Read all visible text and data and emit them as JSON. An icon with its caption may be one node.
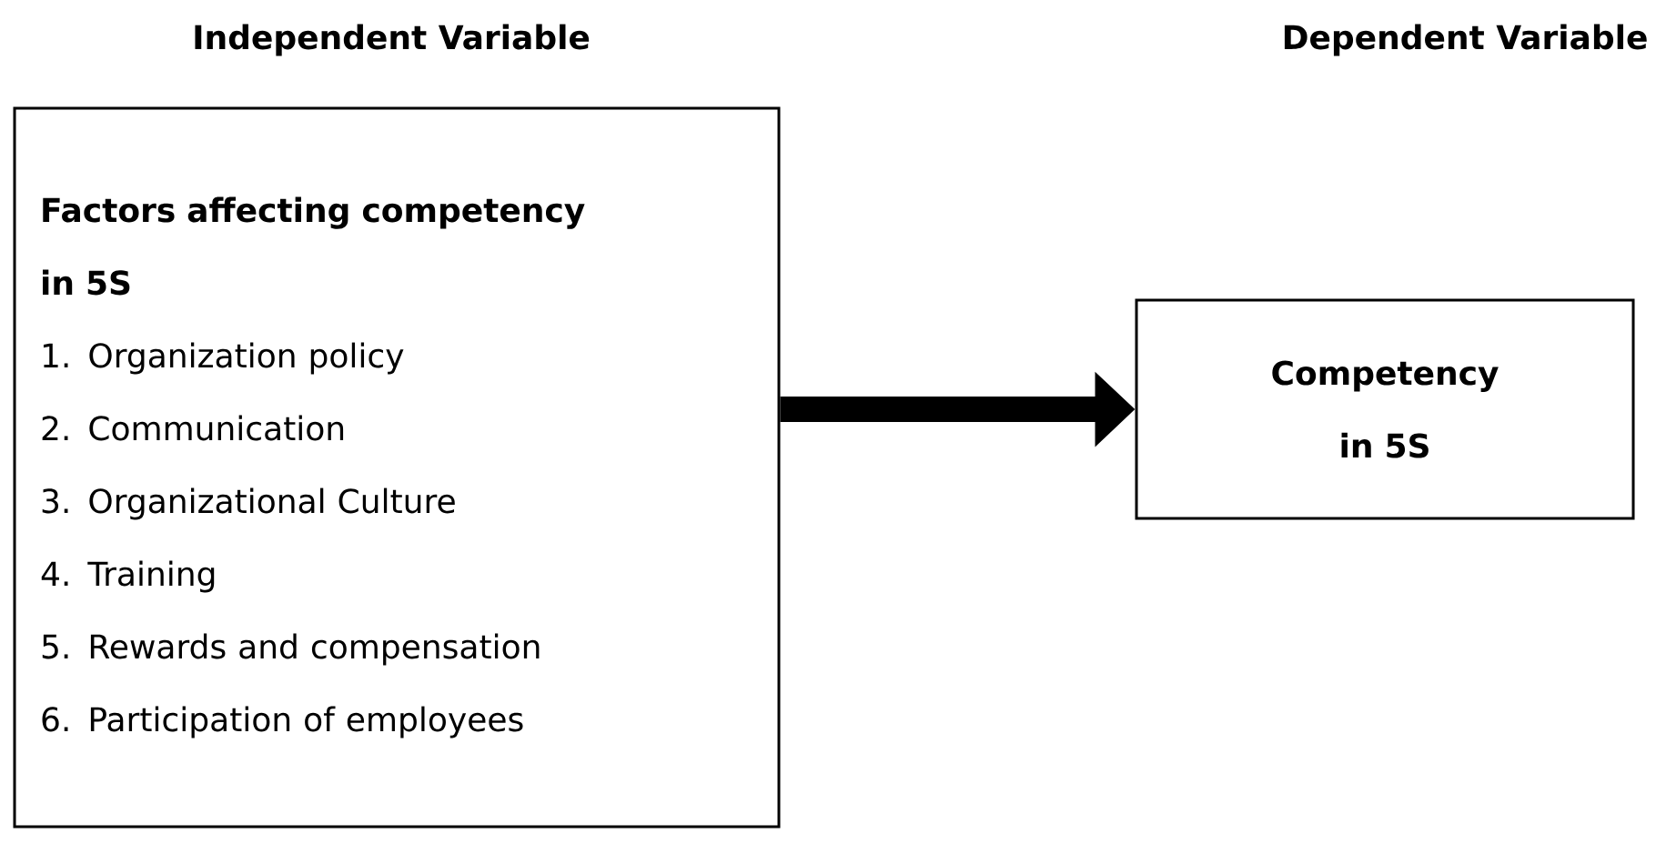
{
  "diagram": {
    "nodes": [
      {
        "text": [
          "Factors affecting competency in 5S",
          "1. Organization policy",
          "2. Communication",
          "3. Organizational Culture",
          "4. Training",
          "5. Rewards and compensation",
          "6. Participation of employees"
        ]
      },
      {
        "text": [
          "Competency in 5S"
        ]
      }
    ],
    "edges": [
      {
        "from": 0,
        "to": 1,
        "arrow": "to"
      }
    ],
    "labels": [
      "Independent Variable",
      "Dependent Variable"
    ]
  }
}
